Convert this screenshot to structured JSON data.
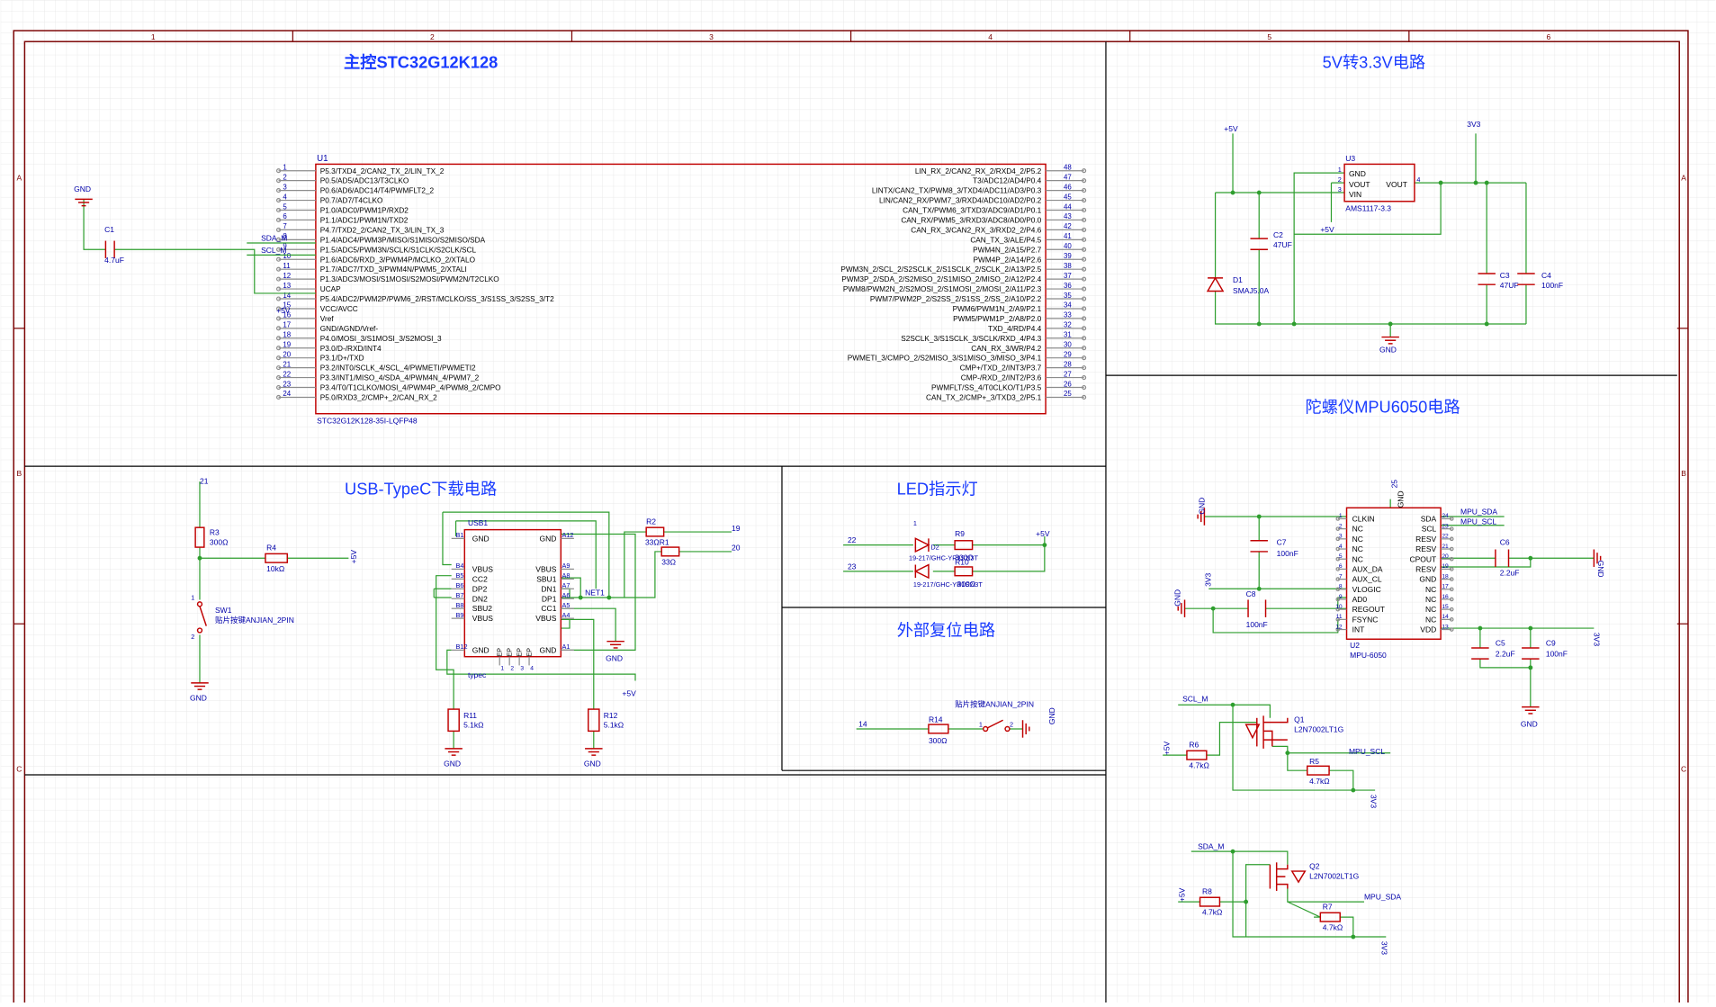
{
  "colors": {
    "grid": "#e4e4e4",
    "frame": "#7a0000",
    "wire": "#2e9e2e",
    "comp": "#c00000",
    "label": "#0000aa",
    "title": "#1a3cff",
    "divider": "#000000",
    "pin": "#8c8c8c"
  },
  "border": {
    "cols": [
      "1",
      "2",
      "3",
      "4",
      "5",
      "6"
    ],
    "rows": [
      "A",
      "B",
      "C"
    ]
  },
  "sections": {
    "mcu": "主控STC32G12K128",
    "power": "5V转3.3V电路",
    "usb": "USB-TypeC下载电路",
    "led": "LED指示灯",
    "reset": "外部复位电路",
    "gyro": "陀螺仪MPU6050电路"
  },
  "mcu": {
    "ref": "U1",
    "part": "STC32G12K128-35I-LQFP48",
    "left_pins": [
      {
        "n": "1",
        "name": "P5.3/TXD4_2/CAN2_TX_2/LIN_TX_2"
      },
      {
        "n": "2",
        "name": "P0.5/AD5/ADC13/T3CLKO"
      },
      {
        "n": "3",
        "name": "P0.6/AD6/ADC14/T4/PWMFLT2_2"
      },
      {
        "n": "4",
        "name": "P0.7/AD7/T4CLKO"
      },
      {
        "n": "5",
        "name": "P1.0/ADC0/PWM1P/RXD2"
      },
      {
        "n": "6",
        "name": "P1.1/ADC1/PWM1N/TXD2"
      },
      {
        "n": "7",
        "name": "P4.7/TXD2_2/CAN2_TX_3/LIN_TX_3"
      },
      {
        "n": "8",
        "name": "P1.4/ADC4/PWM3P/MISO/S1MISO/S2MISO/SDA"
      },
      {
        "n": "9",
        "name": "P1.5/ADC5/PWM3N/SCLK/S1CLK/S2CLK/SCL"
      },
      {
        "n": "10",
        "name": "P1.6/ADC6/RXD_3/PWM4P/MCLKO_2/XTALO"
      },
      {
        "n": "11",
        "name": "P1.7/ADC7/TXD_3/PWM4N/PWM5_2/XTALI"
      },
      {
        "n": "12",
        "name": "P1.3/ADC3/MOSI/S1MOSI/S2MOSI/PWM2N/T2CLKO"
      },
      {
        "n": "13",
        "name": "UCAP"
      },
      {
        "n": "14",
        "name": "P5.4/ADC2/PWM2P/PWM6_2/RST/MCLKO/SS_3/S1SS_3/S2SS_3/T2"
      },
      {
        "n": "15",
        "name": "VCC/AVCC"
      },
      {
        "n": "16",
        "name": "Vref"
      },
      {
        "n": "17",
        "name": "GND/AGND/Vref-"
      },
      {
        "n": "18",
        "name": "P4.0/MOSI_3/S1MOSI_3/S2MOSI_3"
      },
      {
        "n": "19",
        "name": "P3.0/D-/RXD/INT4"
      },
      {
        "n": "20",
        "name": "P3.1/D+/TXD"
      },
      {
        "n": "21",
        "name": "P3.2/INT0/SCLK_4/SCL_4/PWMETI/PWMETI2"
      },
      {
        "n": "22",
        "name": "P3.3/INT1/MISO_4/SDA_4/PWM4N_4/PWM7_2"
      },
      {
        "n": "23",
        "name": "P3.4/T0/T1CLKO/MOSI_4/PWM4P_4/PWM8_2/CMPO"
      },
      {
        "n": "24",
        "name": "P5.0/RXD3_2/CMP+_2/CAN_RX_2"
      }
    ],
    "right_pins": [
      {
        "n": "48",
        "name": "LIN_RX_2/CAN2_RX_2/RXD4_2/P5.2"
      },
      {
        "n": "47",
        "name": "T3/ADC12/AD4/P0.4"
      },
      {
        "n": "46",
        "name": "LINTX/CAN2_TX/PWM8_3/TXD4/ADC11/AD3/P0.3"
      },
      {
        "n": "45",
        "name": "LIN/CAN2_RX/PWM7_3/RXD4/ADC10/AD2/P0.2"
      },
      {
        "n": "44",
        "name": "CAN_TX/PWM6_3/TXD3/ADC9/AD1/P0.1"
      },
      {
        "n": "43",
        "name": "CAN_RX/PWM5_3/RXD3/ADC8/AD0/P0.0"
      },
      {
        "n": "42",
        "name": "CAN_RX_3/CAN2_RX_3/RXD2_2/P4.6"
      },
      {
        "n": "41",
        "name": "CAN_TX_3/ALE/P4.5"
      },
      {
        "n": "40",
        "name": "PWM4N_2/A15/P2.7"
      },
      {
        "n": "39",
        "name": "PWM4P_2/A14/P2.6"
      },
      {
        "n": "38",
        "name": "PWM3N_2/SCL_2/S2SCLK_2/S1SCLK_2/SCLK_2/A13/P2.5"
      },
      {
        "n": "37",
        "name": "PWM3P_2/SDA_2/S2MISO_2/S1MISO_2/MISO_2/A12/P2.4"
      },
      {
        "n": "36",
        "name": "PWM8/PWM2N_2/S2MOSI_2/S1MOSI_2/MOSI_2/A11/P2.3"
      },
      {
        "n": "35",
        "name": "PWM7/PWM2P_2/S2SS_2/S1SS_2/SS_2/A10/P2.2"
      },
      {
        "n": "34",
        "name": "PWM6/PWM1N_2/A9/P2.1"
      },
      {
        "n": "33",
        "name": "PWM5/PWM1P_2/A8/P2.0"
      },
      {
        "n": "32",
        "name": "TXD_4/RD/P4.4"
      },
      {
        "n": "31",
        "name": "S2SCLK_3/S1SCLK_3/SCLK/RXD_4/P4.3"
      },
      {
        "n": "30",
        "name": "CAN_RX_3/WR/P4.2"
      },
      {
        "n": "29",
        "name": "PWMETI_3/CMPO_2/S2MISO_3/S1MISO_3/MISO_3/P4.1"
      },
      {
        "n": "28",
        "name": "CMP+/TXD_2/INT3/P3.7"
      },
      {
        "n": "27",
        "name": "CMP-/RXD_2/INT2/P3.6"
      },
      {
        "n": "26",
        "name": "PWMFLT/SS_4/T0CLKO/T1/P3.5"
      },
      {
        "n": "25",
        "name": "CAN_TX_2/CMP+_3/TXD3_2/P5.1"
      }
    ],
    "nets": {
      "gnd": "GND",
      "c1_ref": "C1",
      "c1_val": "4.7uF",
      "sda": "SDA_M",
      "scl": "SCL_M",
      "v5": "+5V"
    }
  },
  "power": {
    "v5": "+5V",
    "v33": "3V3",
    "gnd": "GND",
    "u3_ref": "U3",
    "u3_part": "AMS1117-3.3",
    "u3_pins": {
      "gnd": "GND",
      "vout": "VOUT",
      "vin": "VIN",
      "vout2": "VOUT"
    },
    "u3_pin_nums": {
      "p1": "1",
      "p2": "2",
      "p3": "3",
      "p4": "4"
    },
    "d1_ref": "D1",
    "d1_part": "SMAJ5.0A",
    "c2_ref": "C2",
    "c2_val": "47UF",
    "c3_ref": "C3",
    "c3_val": "47UF",
    "c4_ref": "C4",
    "c4_val": "100nF",
    "u3_in_label": "+5V"
  },
  "usb": {
    "ref": "USB1",
    "part": "typec",
    "left_pins": [
      {
        "n": "B1",
        "name": "GND"
      },
      {
        "n": "B4",
        "name": "VBUS"
      },
      {
        "n": "B5",
        "name": "CC2"
      },
      {
        "n": "B6",
        "name": "DP2"
      },
      {
        "n": "B7",
        "name": "DN2"
      },
      {
        "n": "B8",
        "name": "SBU2"
      },
      {
        "n": "B9",
        "name": "VBUS"
      },
      {
        "n": "B12",
        "name": "GND"
      }
    ],
    "right_pins": [
      {
        "n": "A12",
        "name": "GND"
      },
      {
        "n": "A9",
        "name": "VBUS"
      },
      {
        "n": "A8",
        "name": "SBU1"
      },
      {
        "n": "A7",
        "name": "DN1"
      },
      {
        "n": "A6",
        "name": "DP1"
      },
      {
        "n": "A5",
        "name": "CC1"
      },
      {
        "n": "A4",
        "name": "VBUS"
      },
      {
        "n": "A1",
        "name": "GND"
      }
    ],
    "bottom_pins": [
      "EP",
      "EP",
      "EP",
      "EP"
    ],
    "bottom_nums": [
      "1",
      "2",
      "3",
      "4"
    ],
    "net1": "NET1",
    "r1_ref": "R1",
    "r1_val": "33Ω",
    "r2_ref": "R2",
    "r2_val": "33Ω",
    "r11_ref": "R11",
    "r11_val": "5.1kΩ",
    "r12_ref": "R12",
    "r12_val": "5.1kΩ",
    "net19": "19",
    "net20": "20",
    "gnd": "GND",
    "v5": "+5V",
    "r3_ref": "R3",
    "r3_val": "300Ω",
    "r4_ref": "R4",
    "r4_val": "10kΩ",
    "net21": "21",
    "sw1_ref": "SW1",
    "sw1_part": "贴片按键ANJIAN_2PIN",
    "sw_pin1": "1",
    "sw_pin2": "2"
  },
  "led": {
    "net22": "22",
    "net23": "23",
    "v5": "+5V",
    "d2_part": "19-217/GHC-YR1S2/3T",
    "d2_ref": "D2",
    "d3_part": "19-217/GHC-YR1S2/3T",
    "d3_ref": "D3",
    "r9_ref": "R9",
    "r9_val": "300Ω",
    "r10_ref": "R10",
    "r10_val": "300Ω",
    "pin1": "1",
    "pin2": "2"
  },
  "reset": {
    "net14": "14",
    "r14_ref": "R14",
    "r14_val": "300Ω",
    "sw_part": "贴片按键ANJIAN_2PIN",
    "gnd": "GND",
    "pin1": "1",
    "pin2": "2"
  },
  "gyro": {
    "ref": "U2",
    "part": "MPU-6050",
    "top_pin": "25",
    "top_name": "GND",
    "left_pins": [
      {
        "n": "1",
        "name": "CLKIN"
      },
      {
        "n": "2",
        "name": "NC"
      },
      {
        "n": "3",
        "name": "NC"
      },
      {
        "n": "4",
        "name": "NC"
      },
      {
        "n": "5",
        "name": "NC"
      },
      {
        "n": "6",
        "name": "AUX_DA"
      },
      {
        "n": "7",
        "name": "AUX_CL"
      },
      {
        "n": "8",
        "name": "VLOGIC"
      },
      {
        "n": "9",
        "name": "AD0"
      },
      {
        "n": "10",
        "name": "REGOUT"
      },
      {
        "n": "11",
        "name": "FSYNC"
      },
      {
        "n": "12",
        "name": "INT"
      }
    ],
    "right_pins": [
      {
        "n": "24",
        "name": "SDA"
      },
      {
        "n": "23",
        "name": "SCL"
      },
      {
        "n": "22",
        "name": "RESV"
      },
      {
        "n": "21",
        "name": "RESV"
      },
      {
        "n": "20",
        "name": "CPOUT"
      },
      {
        "n": "19",
        "name": "RESV"
      },
      {
        "n": "18",
        "name": "GND"
      },
      {
        "n": "17",
        "name": "NC"
      },
      {
        "n": "16",
        "name": "NC"
      },
      {
        "n": "15",
        "name": "NC"
      },
      {
        "n": "14",
        "name": "NC"
      },
      {
        "n": "13",
        "name": "VDD"
      }
    ],
    "mpu_sda": "MPU_SDA",
    "mpu_scl": "MPU_SCL",
    "gnd": "GND",
    "v33": "3V3",
    "c5_ref": "C5",
    "c5_val": "2.2uF",
    "c6_ref": "C6",
    "c6_val": "2.2uF",
    "c7_ref": "C7",
    "c7_val": "100nF",
    "c8_ref": "C8",
    "c8_val": "100nF",
    "c9_ref": "C9",
    "c9_val": "100nF"
  },
  "shifter": {
    "scl_m": "SCL_M",
    "sda_m": "SDA_M",
    "mpu_scl": "MPU_SCL",
    "mpu_sda": "MPU_SDA",
    "q1_ref": "Q1",
    "q1_part": "L2N7002LT1G",
    "q2_ref": "Q2",
    "q2_part": "L2N7002LT1G",
    "r5_ref": "R5",
    "r5_val": "4.7kΩ",
    "r6_ref": "R6",
    "r6_val": "4.7kΩ",
    "r7_ref": "R7",
    "r7_val": "4.7kΩ",
    "r8_ref": "R8",
    "r8_val": "4.7kΩ",
    "v5": "+5V",
    "v33": "3V3"
  }
}
